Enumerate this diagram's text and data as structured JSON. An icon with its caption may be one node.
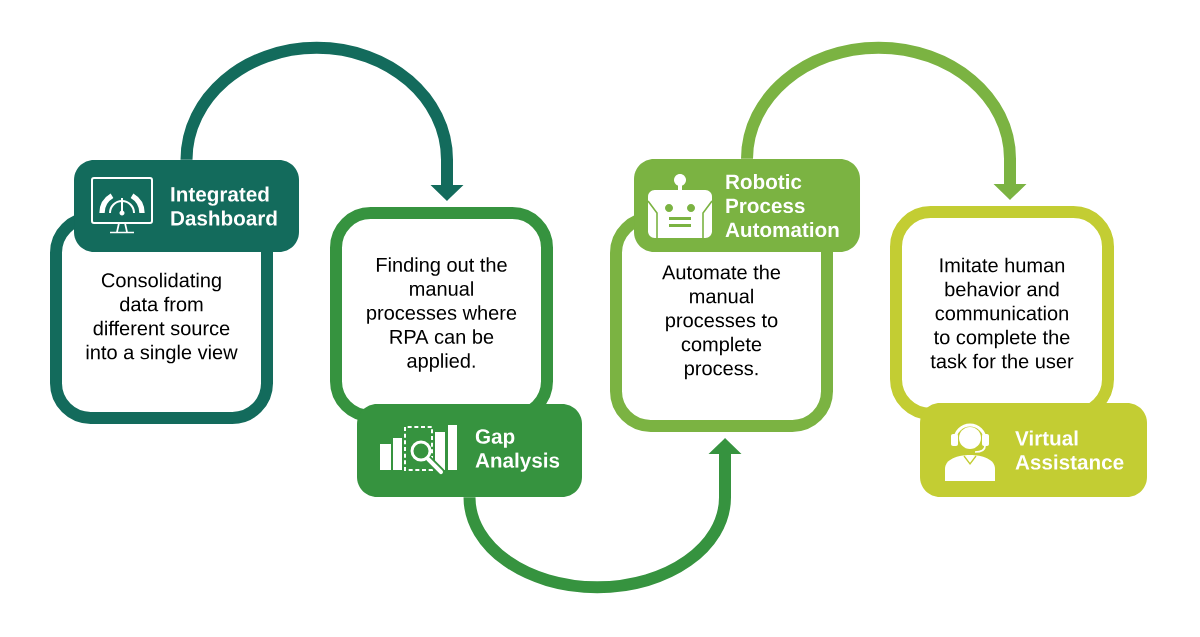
{
  "diagram": {
    "nodes": [
      {
        "text": [
          "Integrated Dashboard"
        ]
      },
      {
        "text": [
          "Consolidating data from different source into a single view"
        ]
      },
      {
        "text": [
          "Finding out the manual processes where RPA can be applied."
        ]
      },
      {
        "text": [
          "Gap Analysis"
        ]
      },
      {
        "text": [
          "Robotic Process Automation"
        ]
      },
      {
        "text": [
          "Automate the manual processes to complete process."
        ]
      },
      {
        "text": [
          "Imitate human behavior and communication to complete the task for the user"
        ]
      },
      {
        "text": [
          "Virtual Assistance"
        ]
      }
    ],
    "edges": [
      {
        "from": 0,
        "to": 2,
        "arrow": "to",
        "color": "#136b5c"
      },
      {
        "from": 3,
        "to": 5,
        "arrow": "to",
        "color": "#36933f"
      },
      {
        "from": 4,
        "to": 6,
        "arrow": "to",
        "color": "#7bb342"
      }
    ]
  }
}
